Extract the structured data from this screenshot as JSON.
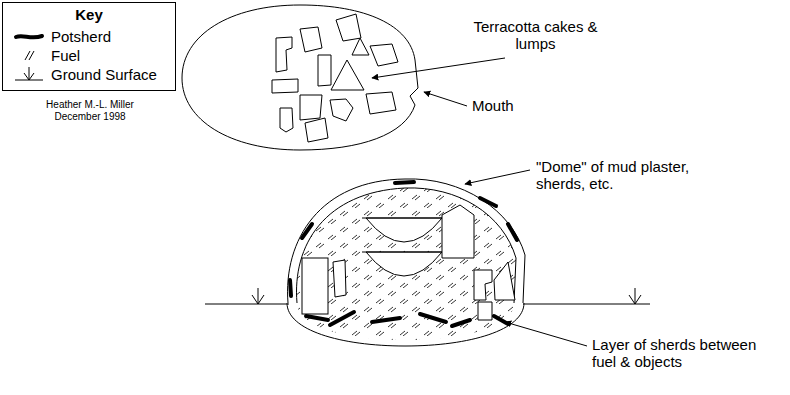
{
  "diagram": {
    "nodes": [
      {
        "text": [
          "Key"
        ]
      }
    ],
    "labels": [
      "Heather M.-L. Miller",
      "December 1998",
      "Terracotta cakes & lumps",
      "Mouth",
      "\"Dome\" of mud plaster, sherds, etc.",
      "Layer of sherds between fuel & objects"
    ],
    "legend": [
      {
        "text": "Potsherd"
      },
      {
        "text": "Fuel"
      },
      {
        "text": "Ground Surface"
      }
    ]
  }
}
